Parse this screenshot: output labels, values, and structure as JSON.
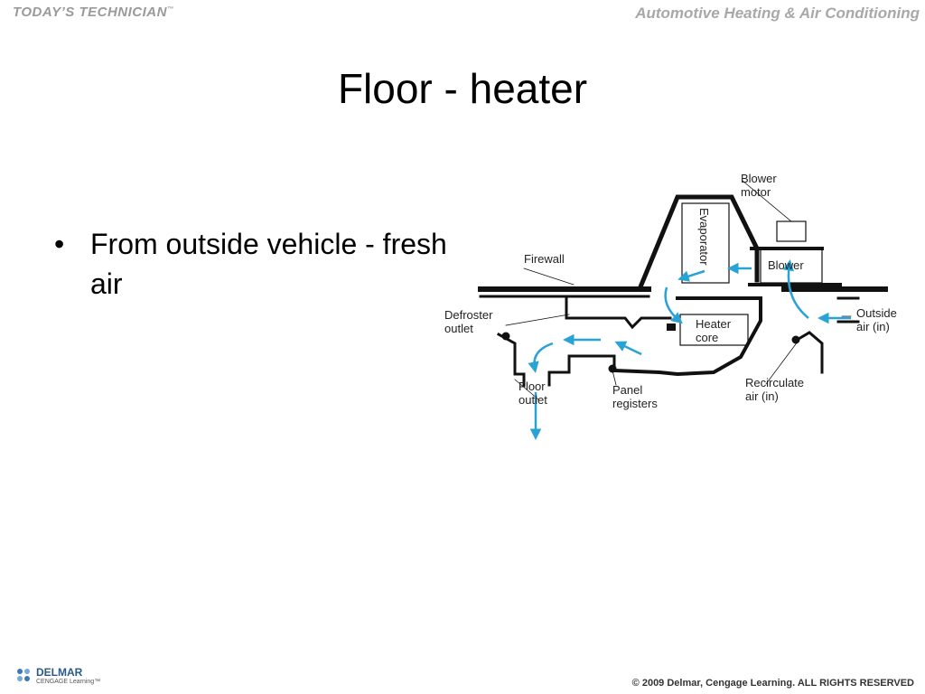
{
  "header": {
    "brand_left": "TODAY’S TECHNICIAN",
    "brand_left_tm": "™",
    "brand_right": "Automotive Heating & Air Conditioning"
  },
  "slide": {
    "title": "Floor - heater",
    "bullets": [
      {
        "marker": "•",
        "text": "From outside vehicle - fresh air"
      }
    ]
  },
  "diagram": {
    "labels": {
      "blower_motor_1": "Blower",
      "blower_motor_2": "motor",
      "evaporator": "Evaporator",
      "blower": "Blower",
      "firewall": "Firewall",
      "defroster_outlet_1": "Defroster",
      "defroster_outlet_2": "outlet",
      "heater_core_1": "Heater",
      "heater_core_2": "core",
      "outside_air_1": "Outside",
      "outside_air_2": "air (in)",
      "floor_outlet_1": "Floor",
      "floor_outlet_2": "outlet",
      "panel_registers_1": "Panel",
      "panel_registers_2": "registers",
      "recirculate_air_1": "Recirculate",
      "recirculate_air_2": "air (in)"
    },
    "colors": {
      "airflow": "#29a3d6",
      "structure": "#111111"
    }
  },
  "footer": {
    "logo_name": "DELMAR",
    "logo_sub": "CENGAGE Learning™",
    "copyright": "© 2009 Delmar, Cengage Learning. ALL RIGHTS RESERVED"
  }
}
